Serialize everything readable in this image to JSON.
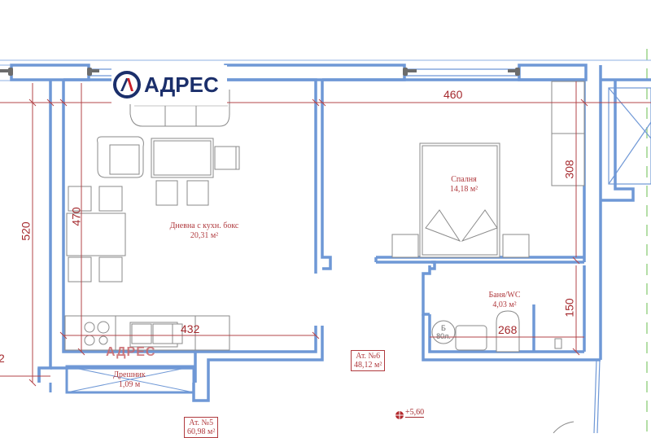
{
  "logo": {
    "text": "АДРЕС",
    "mark": "A",
    "color": "#1b2f6b",
    "accent": "#c8202a"
  },
  "watermark": {
    "text": "АДРЕС"
  },
  "rooms": [
    {
      "name": "Дневна с кухн. бокс",
      "area": "20,31 м²"
    },
    {
      "name": "Спалня",
      "area": "14,18 м²"
    },
    {
      "name": "Баня/WC",
      "area": "4,03 м²"
    },
    {
      "name": "Дрешник",
      "area": "1,09 м"
    }
  ],
  "apartments": [
    {
      "label": "Ат. №6",
      "area": "48,12 м²"
    },
    {
      "label": "Ат. №5",
      "area": "60,98 м²"
    }
  ],
  "dimensions": {
    "bedroom_width": "460",
    "wardrobe_depth": "308",
    "living_height_outer": "520",
    "living_height_inner": "470",
    "living_width": "432",
    "bath_width": "268",
    "bath_height": "150",
    "left_edge_partial": "2"
  },
  "boiler": {
    "letter": "Б",
    "volume": "80л."
  },
  "elevation": "+5,60",
  "colors": {
    "wall": "#6f98d6",
    "dimension": "#a52a2e",
    "furniture": "#8a8a8a",
    "label": "#b03a3e",
    "axis_green": "#9bd38a"
  }
}
